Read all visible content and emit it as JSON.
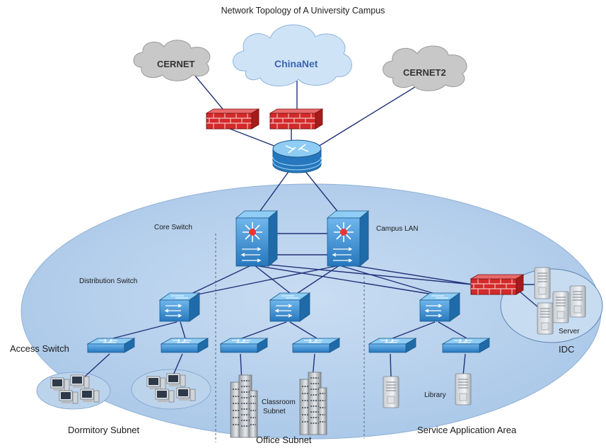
{
  "title": "Network Topology of A University Campus",
  "clouds": [
    {
      "label": "CERNET"
    },
    {
      "label": "ChinaNet"
    },
    {
      "label": "CERNET2"
    }
  ],
  "labels": {
    "core_switch": "Core Switch",
    "campus_lan": "Campus LAN",
    "distribution_switch": "Distribution Switch",
    "access_switch": "Access Switch",
    "classroom_subnet_line1": "Classroom",
    "classroom_subnet_line2": "Subnet",
    "library": "Library",
    "server": "Server",
    "idc": "IDC",
    "dormitory_subnet": "Dormitory Subnet",
    "office_subnet": "Office Subnet",
    "service_application_area": "Service Application Area"
  },
  "colors": {
    "campus_ellipse": "#b9d3ee",
    "cloud_gray": "#c8c8c8",
    "cloud_blue": "#cfe3f7",
    "firewall": "#d42a2a",
    "device_blue": "#3d8fd0",
    "link": "#22317a"
  }
}
